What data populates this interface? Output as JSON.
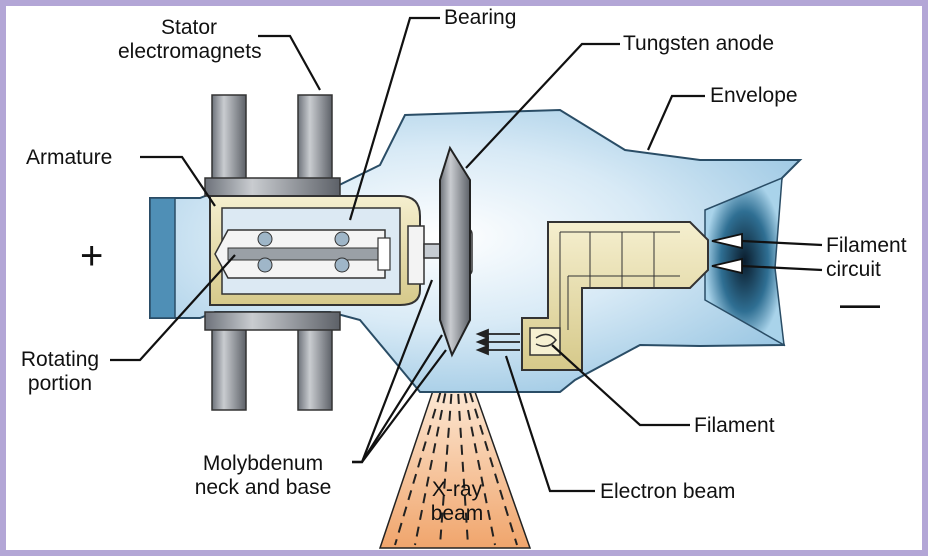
{
  "labels": {
    "stator_line1": "Stator",
    "stator_line2": "electromagnets",
    "bearing": "Bearing",
    "tungsten_anode": "Tungsten anode",
    "envelope": "Envelope",
    "armature": "Armature",
    "filament_circuit_line1": "Filament",
    "filament_circuit_line2": "circuit",
    "rotating_line1": "Rotating",
    "rotating_line2": "portion",
    "molybdenum_line1": "Molybdenum",
    "molybdenum_line2": "neck and base",
    "xray_line1": "X-ray",
    "xray_line2": "beam",
    "filament": "Filament",
    "electron_beam": "Electron beam",
    "plus": "+",
    "minus": "—"
  },
  "colors": {
    "border": "#b3a6d6",
    "envelope": "#a9cfe6",
    "metal": "#8a8f96",
    "brass": "#e9dfaa",
    "beam": "#f3b98a"
  }
}
